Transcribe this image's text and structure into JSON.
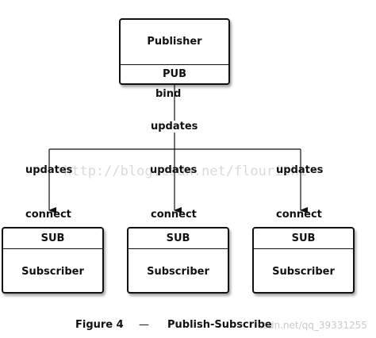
{
  "publisher": {
    "title": "Publisher",
    "socket": "PUB",
    "bind_label": "bind"
  },
  "trunk_label": "updates",
  "branches": [
    {
      "updates_label": "updates",
      "connect_label": "connect",
      "socket": "SUB",
      "title": "Subscriber"
    },
    {
      "updates_label": "updates",
      "connect_label": "connect",
      "socket": "SUB",
      "title": "Subscriber"
    },
    {
      "updates_label": "updates",
      "connect_label": "connect",
      "socket": "SUB",
      "title": "Subscriber"
    }
  ],
  "caption": {
    "figure": "Figure 4",
    "dash": "—",
    "title": "Publish-Subscribe"
  },
  "watermarks": {
    "blog_url": "http://blog.csdn.net/flourishi",
    "csdn_user": "csdn.net/qq_39331255"
  },
  "colors": {
    "line": "#111111",
    "box_border": "#111111",
    "background": "#ffffff"
  }
}
